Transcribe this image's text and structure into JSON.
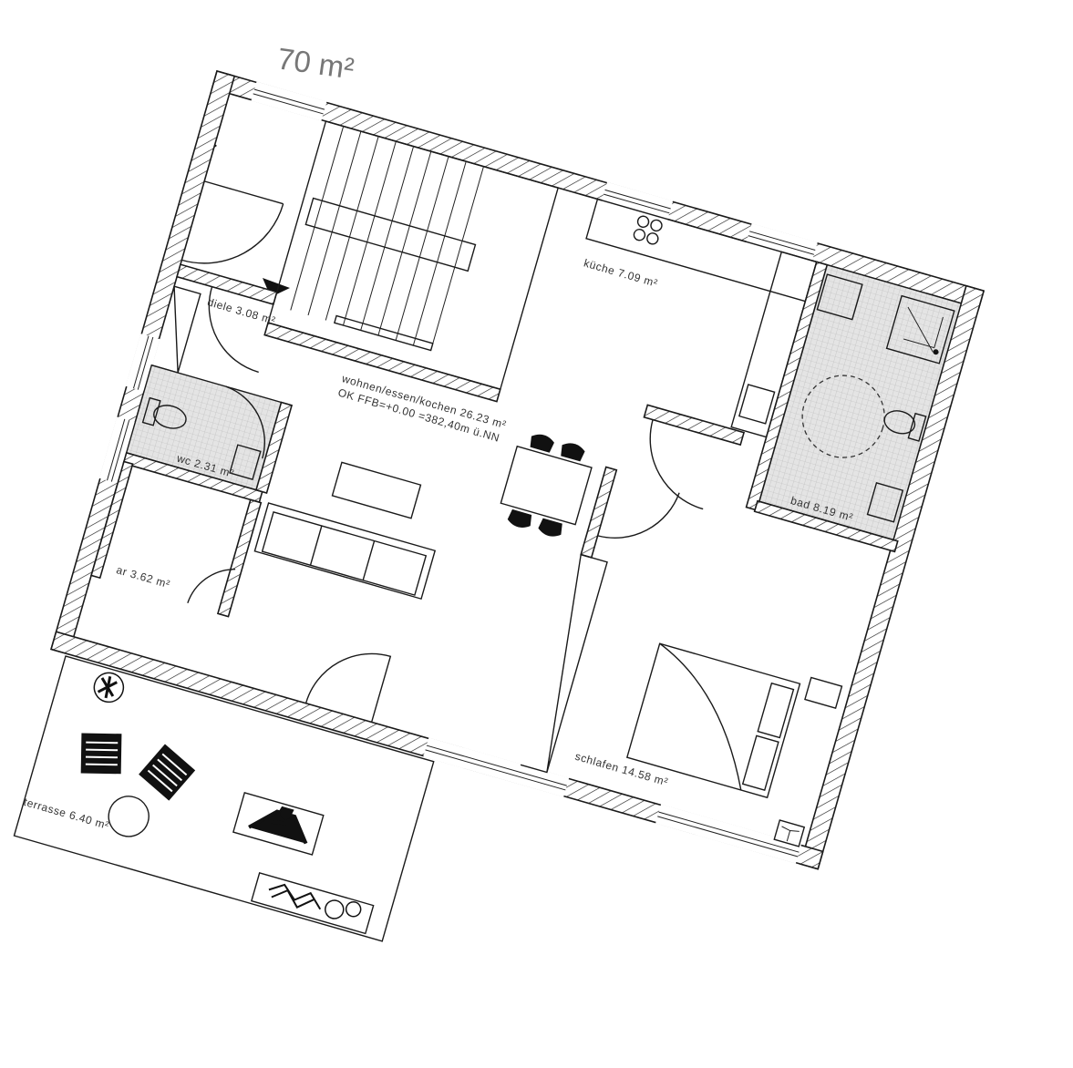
{
  "title": "70 m²",
  "colors": {
    "line": "#1a1a1a",
    "tile": "#d9d9d9",
    "title": "#777777"
  },
  "rooms": [
    {
      "id": "diele",
      "label": "diele 3.08 m²"
    },
    {
      "id": "wohnen",
      "label": "wohnen/essen/kochen   26.23 m²",
      "sub": "OK FFB=+0.00 =382,40m ü.NN"
    },
    {
      "id": "kueche",
      "label": "küche  7.09 m²"
    },
    {
      "id": "wc",
      "label": "wc  2.31 m²"
    },
    {
      "id": "bad",
      "label": "bad  8.19 m²"
    },
    {
      "id": "ar",
      "label": "ar 3.62 m²"
    },
    {
      "id": "schlafen",
      "label": "schlafen   14.58 m²"
    },
    {
      "id": "terrasse",
      "label": "terrasse   6.40 m²"
    }
  ],
  "icons": [
    "entrance-arrow-icon",
    "stove-icon",
    "shower-icon",
    "toilet-icon",
    "sink-icon",
    "sofa-icon",
    "dining-table-icon",
    "bed-icon",
    "lounge-chair-icon",
    "plant-icon",
    "yoga-mat-icon",
    "planter-icon",
    "book-icon"
  ]
}
